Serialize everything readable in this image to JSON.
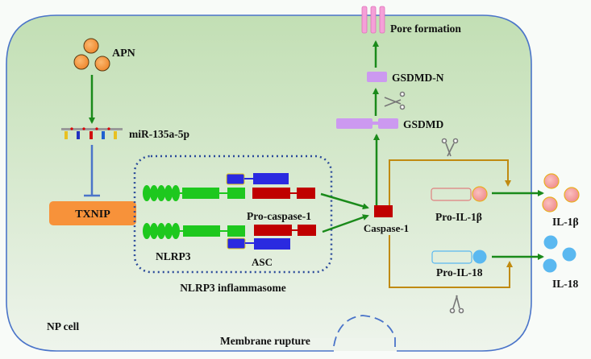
{
  "title": "APN / miR-135a-5p / TXNIP / NLRP3 pyroptosis pathway in NP cell",
  "cell_label": "NP cell",
  "labels": {
    "apn": "APN",
    "mirna": "miR-135a-5p",
    "txnip": "TXNIP",
    "nlrp3": "NLRP3",
    "asc": "ASC",
    "pro_caspase": "Pro-caspase-1",
    "inflammasome": "NLRP3 inflammasome",
    "caspase": "Caspase-1",
    "gsdmd": "GSDMD",
    "gsdmd_n": "GSDMD-N",
    "pore": "Pore formation",
    "pro_il1b": "Pro-IL-1β",
    "pro_il18": "Pro-IL-18",
    "il1b": "IL-1β",
    "il18": "IL-18",
    "rupture": "Membrane rupture"
  },
  "colors": {
    "cell_fill_top": "#c2dfb4",
    "cell_fill_bottom": "#edf4ea",
    "membrane": "#4a74c9",
    "arrow_green": "#1a8a1a",
    "arrow_gold": "#c08a10",
    "inhibit_blue": "#4a74c9",
    "apn_orange": "#f5a050",
    "txnip_orange": "#f7923a",
    "nlrp3_green": "#1ec81e",
    "asc_blue": "#2a2ae0",
    "caspase_red": "#c00000",
    "gsdmd_purple": "#cc99f0",
    "pore_pink": "#f5a0d8",
    "il1b_pink": "#f5a0a0",
    "il18_blue": "#5ab8f0"
  }
}
